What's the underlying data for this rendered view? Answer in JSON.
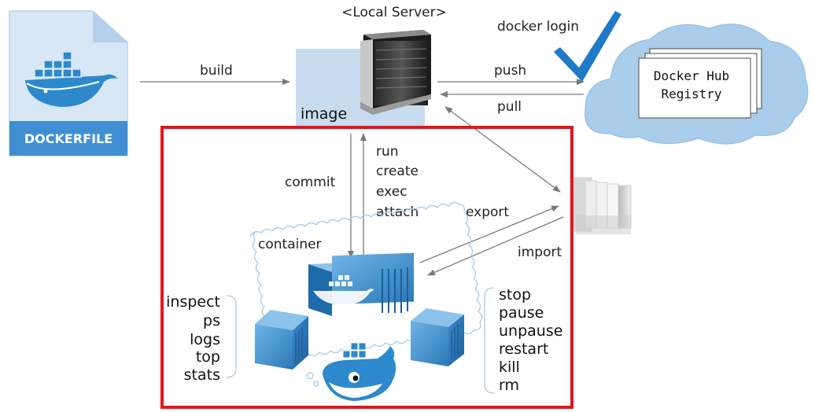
{
  "dockerfile": {
    "label": "DOCKERFILE"
  },
  "server": {
    "label": "<Local Server>"
  },
  "image": {
    "label": "image"
  },
  "registry": {
    "line1": "Docker Hub",
    "line2": "Registry"
  },
  "docker_login": "docker login",
  "arrows": {
    "build": "build",
    "push": "push",
    "pull": "pull",
    "commit": "commit",
    "run_commands": [
      "run",
      "create",
      "exec",
      "attach"
    ],
    "export": "export",
    "import": "import"
  },
  "container": {
    "label": "container"
  },
  "left_commands": [
    "inspect",
    "ps",
    "logs",
    "top",
    "stats"
  ],
  "right_commands": [
    "stop",
    "pause",
    "unpause",
    "restart",
    "kill",
    "rm"
  ],
  "colors": {
    "highlight_border": "#e5141b",
    "docker_blue": "#2a8bd1",
    "cloud": "#a9cdea",
    "image_box": "#c8dcf0",
    "check": "#1e7ac8"
  }
}
